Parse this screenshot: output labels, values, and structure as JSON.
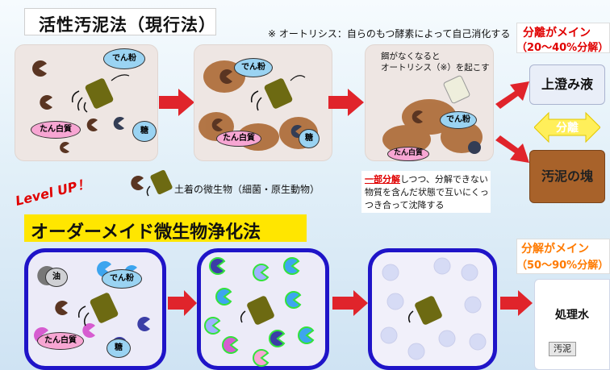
{
  "top": {
    "title": "活性汚泥法（現行法）",
    "note": "※ オートリシス：自らのもつ酵素によって自己消化する",
    "main_line1": "分離がメイン",
    "main_line2": "（20〜40%分解）"
  },
  "panel1": {
    "starch": "でん粉",
    "protein": "たん白質",
    "sugar": "糖"
  },
  "panel2": {
    "starch": "でん粉",
    "protein": "たん白質",
    "sugar": "糖"
  },
  "panel3": {
    "caption_line1": "餌がなくなると",
    "caption_line2": "オートリシス（※）を起こす",
    "starch": "でん粉",
    "protein": "たん白質"
  },
  "legend_micro": "土着の微生物（細菌・原生動物）",
  "desc": {
    "line1_red": "一部分解",
    "line1_rest": "しつつ、分解できない",
    "line2": "物質を含んだ状態で互いにくっ",
    "line3": "つき合って沈降する"
  },
  "right_top": {
    "supernatant": "上澄み液",
    "separation": "分離",
    "sludge": "汚泥の塊"
  },
  "bottom": {
    "level_up": "Level UP！",
    "title": "オーダーメイド微生物浄化法",
    "main_line1": "分解がメイン",
    "main_line2": "（50〜90%分解）",
    "oil": "油",
    "starch": "でん粉",
    "protein": "たん白質",
    "sugar": "糖",
    "treated_water": "処理水",
    "sludge_small": "汚泥"
  },
  "colors": {
    "arrow_red": "#e0242b",
    "blue_border": "#1f14c8",
    "starch_blue": "#9ad3f2",
    "protein_pink": "#f7a6d3",
    "sludge_brown": "#a8622a",
    "bacteria_olive": "#6d6a12"
  }
}
